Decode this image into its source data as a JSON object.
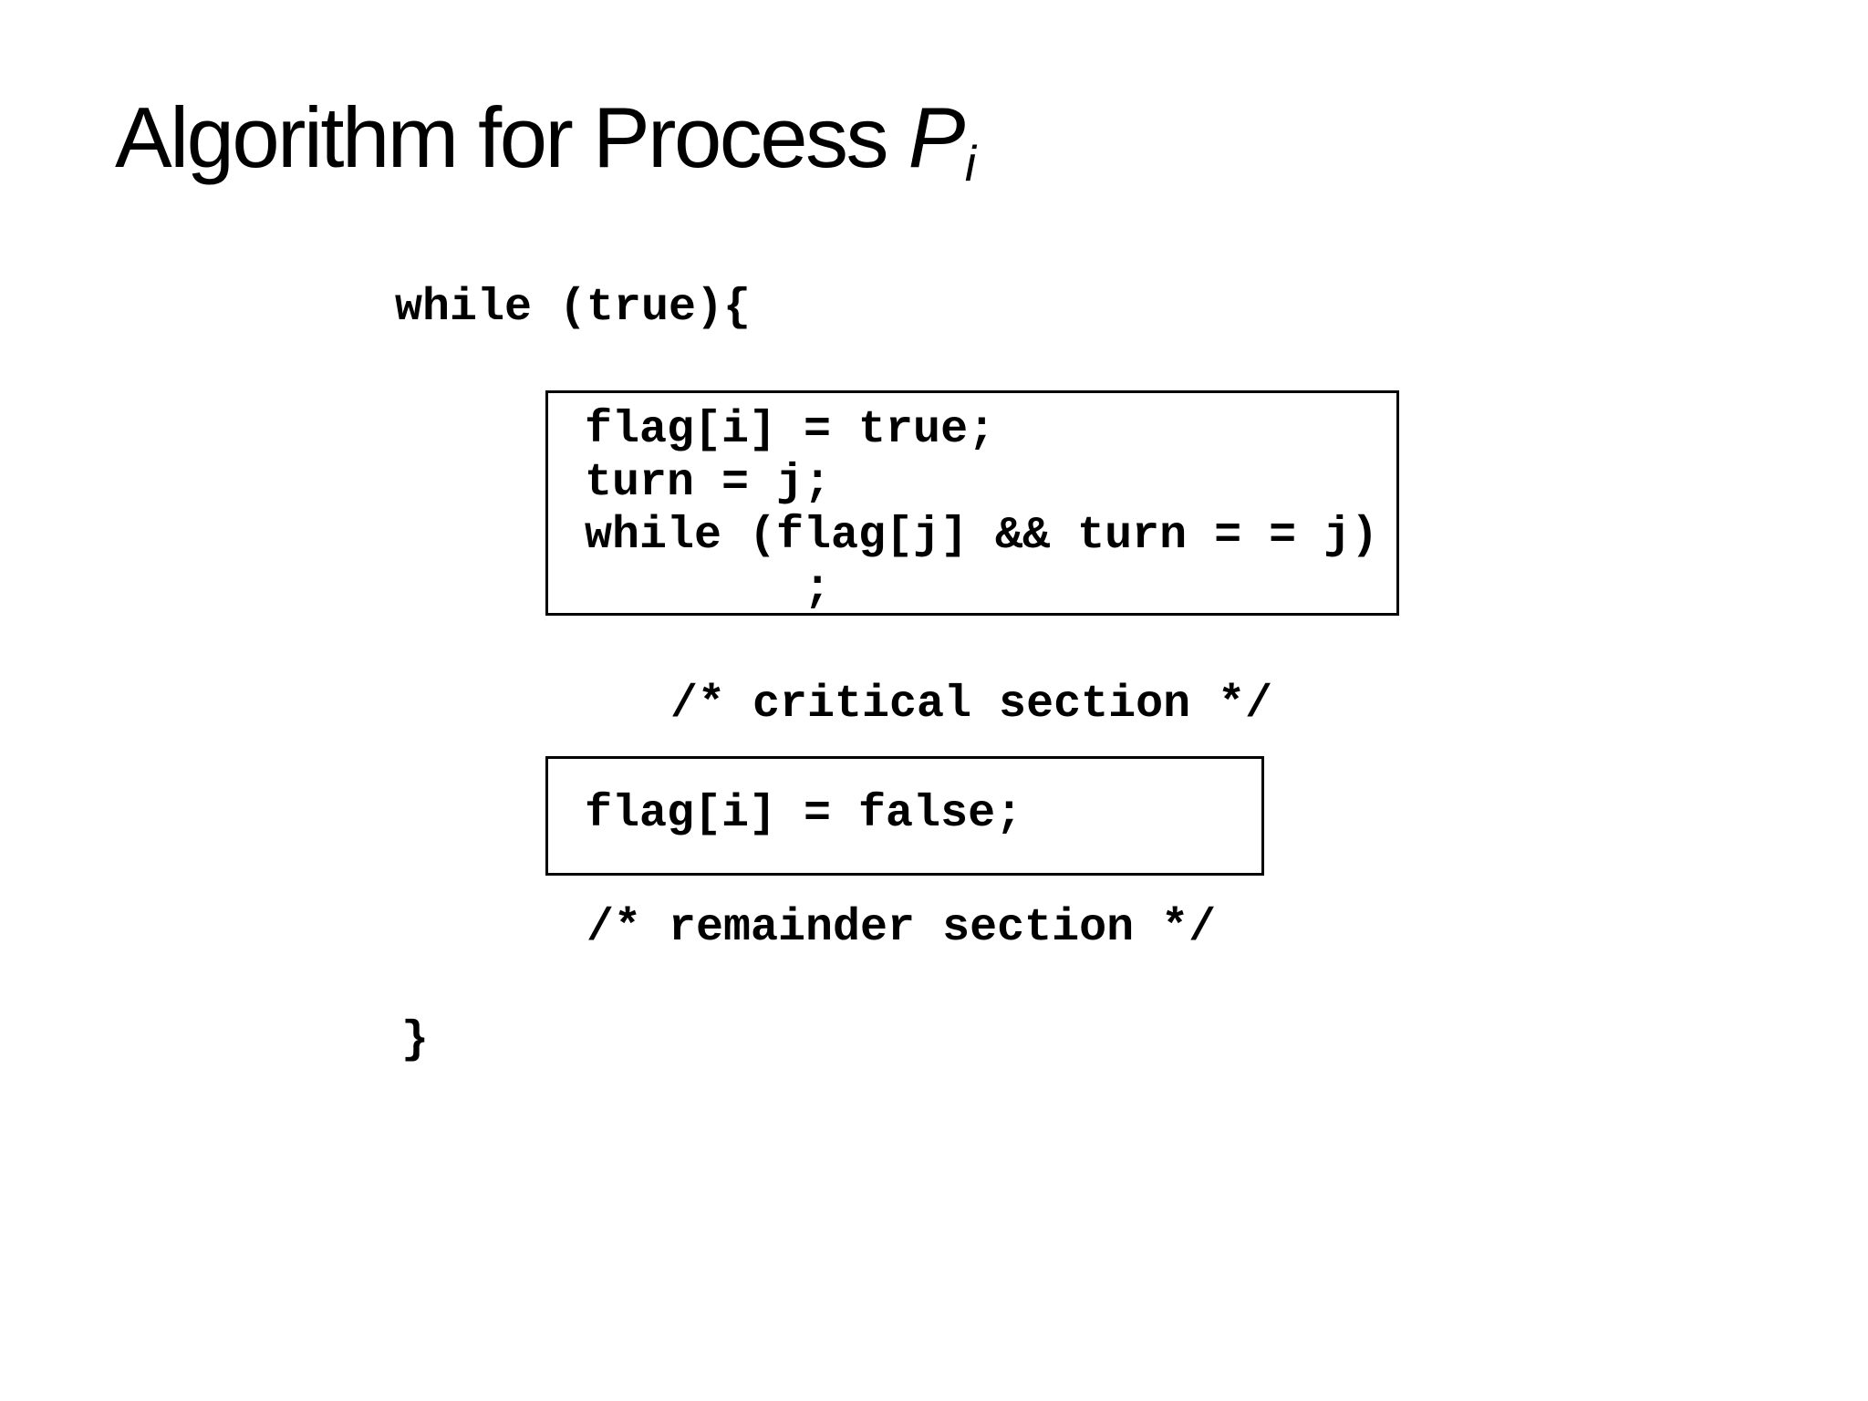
{
  "slide": {
    "title": {
      "prefix": "Algorithm for Process ",
      "symbol": "P",
      "subscript": "i"
    },
    "code": {
      "loop_open": "while (true){",
      "entry_box": {
        "lines": [
          "flag[i] = true;",
          "turn = j;",
          "while (flag[j] && turn = = j)",
          "        ;"
        ]
      },
      "critical_comment": "/* critical section */",
      "exit_box": {
        "line": "flag[i] = false;"
      },
      "remainder_comment": "/* remainder section */",
      "loop_close": "}"
    },
    "colors": {
      "background": "#ffffff",
      "text": "#000000",
      "box_border": "#000000"
    }
  }
}
